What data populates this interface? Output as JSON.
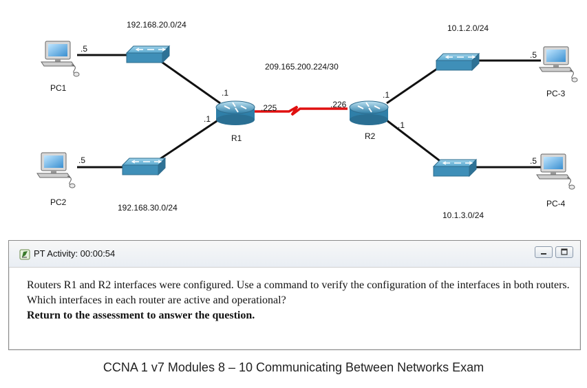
{
  "topology": {
    "pcs": [
      {
        "label": "PC1"
      },
      {
        "label": "PC2"
      },
      {
        "label": "PC-3"
      },
      {
        "label": "PC-4"
      }
    ],
    "routers": [
      {
        "label": "R1"
      },
      {
        "label": "R2"
      }
    ],
    "networks": {
      "lan_r1_top": "192.168.20.0/24",
      "lan_r1_bottom": "192.168.30.0/24",
      "wan": "209.165.200.224/30",
      "lan_r2_top": "10.1.2.0/24",
      "lan_r2_bottom": "10.1.3.0/24"
    },
    "host_addresses": {
      "pc1": ".5",
      "pc2": ".5",
      "pc3": ".5",
      "pc4": ".5"
    },
    "router_interfaces": {
      "r1_top": ".1",
      "r1_left": ".1",
      "r1_wan": ".225",
      "r2_wan": ".226",
      "r2_top": ".1",
      "r2_bottom": ".1"
    },
    "colors": {
      "serial_link": "#e01010",
      "ethernet_link": "#111111",
      "device": "#3f8fb8"
    }
  },
  "activity": {
    "title": "PT Activity: 00:00:54",
    "lines": [
      "Routers R1 and R2 interfaces were configured. Use a command to verify the configuration of the interfaces in both routers.",
      "Which interfaces in each router are active and operational?"
    ],
    "emphasis": "Return to the assessment to answer the question."
  },
  "caption": "CCNA 1 v7 Modules 8 – 10 Communicating Between Networks Exam"
}
